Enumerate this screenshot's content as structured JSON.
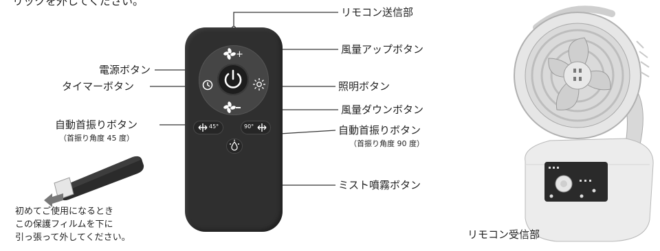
{
  "header_fragment": "リックを外してください。",
  "remote_labels": {
    "transmitter": "リモコン送信部",
    "fan_up": "風量アップボタン",
    "power": "電源ボタン",
    "light": "照明ボタン",
    "timer": "タイマーボタン",
    "fan_down": "風量ダウンボタン",
    "swing_left": "自動首振りボタン",
    "swing_left_note": "（首振り角度 45 度）",
    "swing_right": "自動首振りボタン",
    "swing_right_note": "（首振り角度 90 度）",
    "mist": "ミスト噴霧ボタン"
  },
  "button_marks": {
    "swing_45": "45°",
    "swing_90": "90°"
  },
  "instruction_lines": [
    "初めてご使用になるとき",
    "この保護フィルムを下に",
    "引っ張って外してください。"
  ],
  "fan_labels": {
    "receiver": "リモコン受信部"
  },
  "colors": {
    "remote_body": "#2f2f2f",
    "remote_ring": "#454545",
    "text": "#222222",
    "fan_body": "#e9e9e9"
  }
}
